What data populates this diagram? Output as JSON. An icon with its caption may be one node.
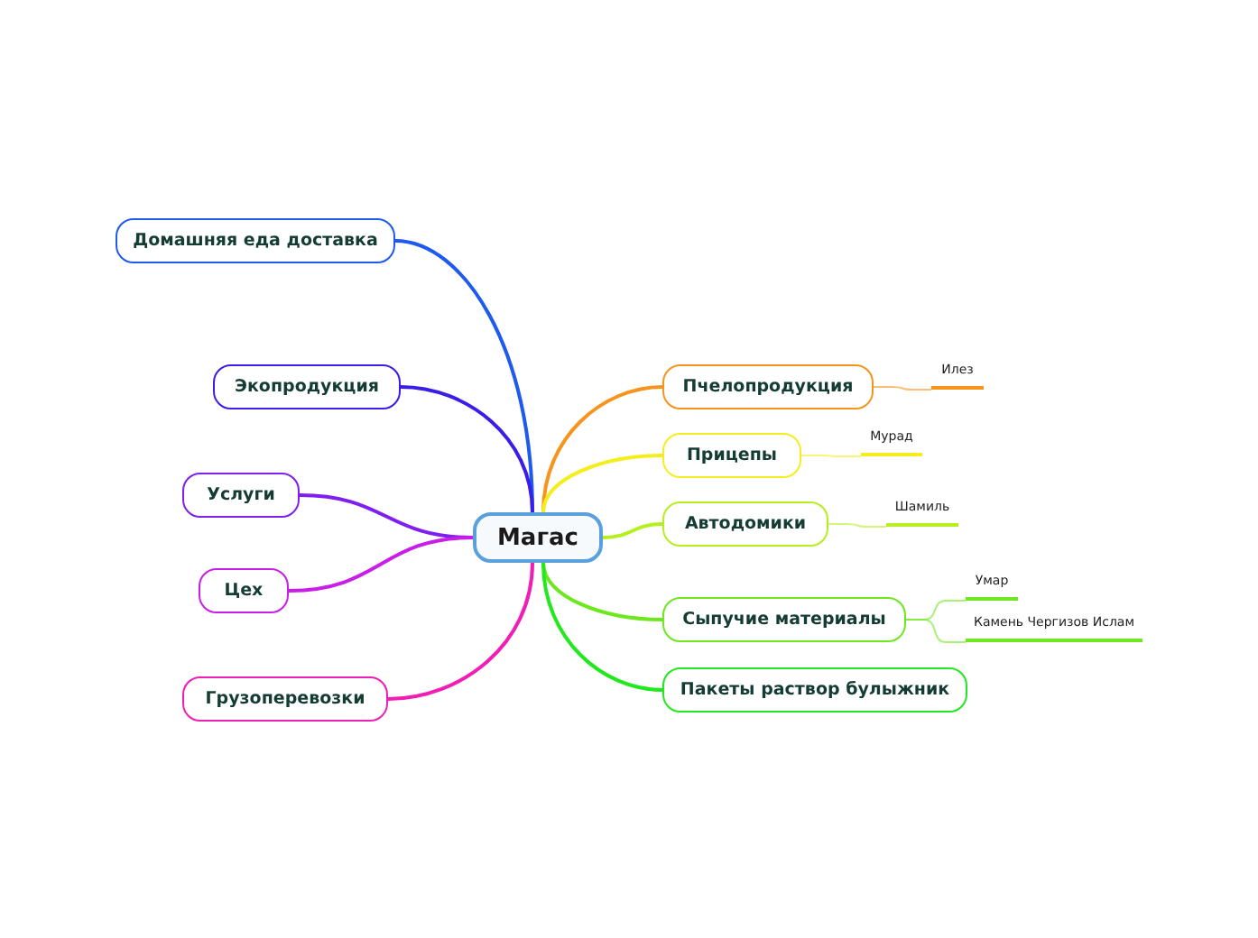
{
  "diagram": {
    "nodes": [
      {
        "text": [
          "Магас"
        ]
      },
      {
        "text": [
          "Домашняя еда доставка"
        ]
      },
      {
        "text": [
          "Экопродукция"
        ]
      },
      {
        "text": [
          "Услуги"
        ]
      },
      {
        "text": [
          "Цех"
        ]
      },
      {
        "text": [
          "Грузоперевозки"
        ]
      },
      {
        "text": [
          "Пчелопродукция"
        ]
      },
      {
        "text": [
          "Прицепы"
        ]
      },
      {
        "text": [
          "Автодомики"
        ]
      },
      {
        "text": [
          "Сыпучие материалы"
        ]
      },
      {
        "text": [
          "Пакеты раствор булыжник"
        ]
      },
      {
        "text": [
          "Илез"
        ]
      },
      {
        "text": [
          "Мурад"
        ]
      },
      {
        "text": [
          "Шамиль"
        ]
      },
      {
        "text": [
          "Умар"
        ]
      },
      {
        "text": [
          "Камень Чергизов Ислам"
        ]
      }
    ],
    "edges": [
      {
        "from": 0,
        "to": 1,
        "arrow": "none",
        "color": "#1e5af0"
      },
      {
        "from": 0,
        "to": 2,
        "arrow": "none",
        "color": "#3a1ee8"
      },
      {
        "from": 0,
        "to": 3,
        "arrow": "none",
        "color": "#7f1ef0"
      },
      {
        "from": 0,
        "to": 4,
        "arrow": "none",
        "color": "#c81ee8"
      },
      {
        "from": 0,
        "to": 5,
        "arrow": "none",
        "color": "#f01eb4"
      },
      {
        "from": 0,
        "to": 6,
        "arrow": "none",
        "color": "#f7941d"
      },
      {
        "from": 0,
        "to": 7,
        "arrow": "none",
        "color": "#f5ee1e"
      },
      {
        "from": 0,
        "to": 8,
        "arrow": "none",
        "color": "#b5f01e"
      },
      {
        "from": 0,
        "to": 9,
        "arrow": "none",
        "color": "#6ee81e"
      },
      {
        "from": 0,
        "to": 10,
        "arrow": "none",
        "color": "#22e81e"
      },
      {
        "from": 6,
        "to": 11,
        "arrow": "none",
        "color": "#f7941d"
      },
      {
        "from": 7,
        "to": 12,
        "arrow": "none",
        "color": "#f5ee1e"
      },
      {
        "from": 8,
        "to": 13,
        "arrow": "none",
        "color": "#b5f01e"
      },
      {
        "from": 9,
        "to": 14,
        "arrow": "none",
        "color": "#6ee81e"
      },
      {
        "from": 9,
        "to": 15,
        "arrow": "none",
        "color": "#6ee81e"
      }
    ]
  }
}
